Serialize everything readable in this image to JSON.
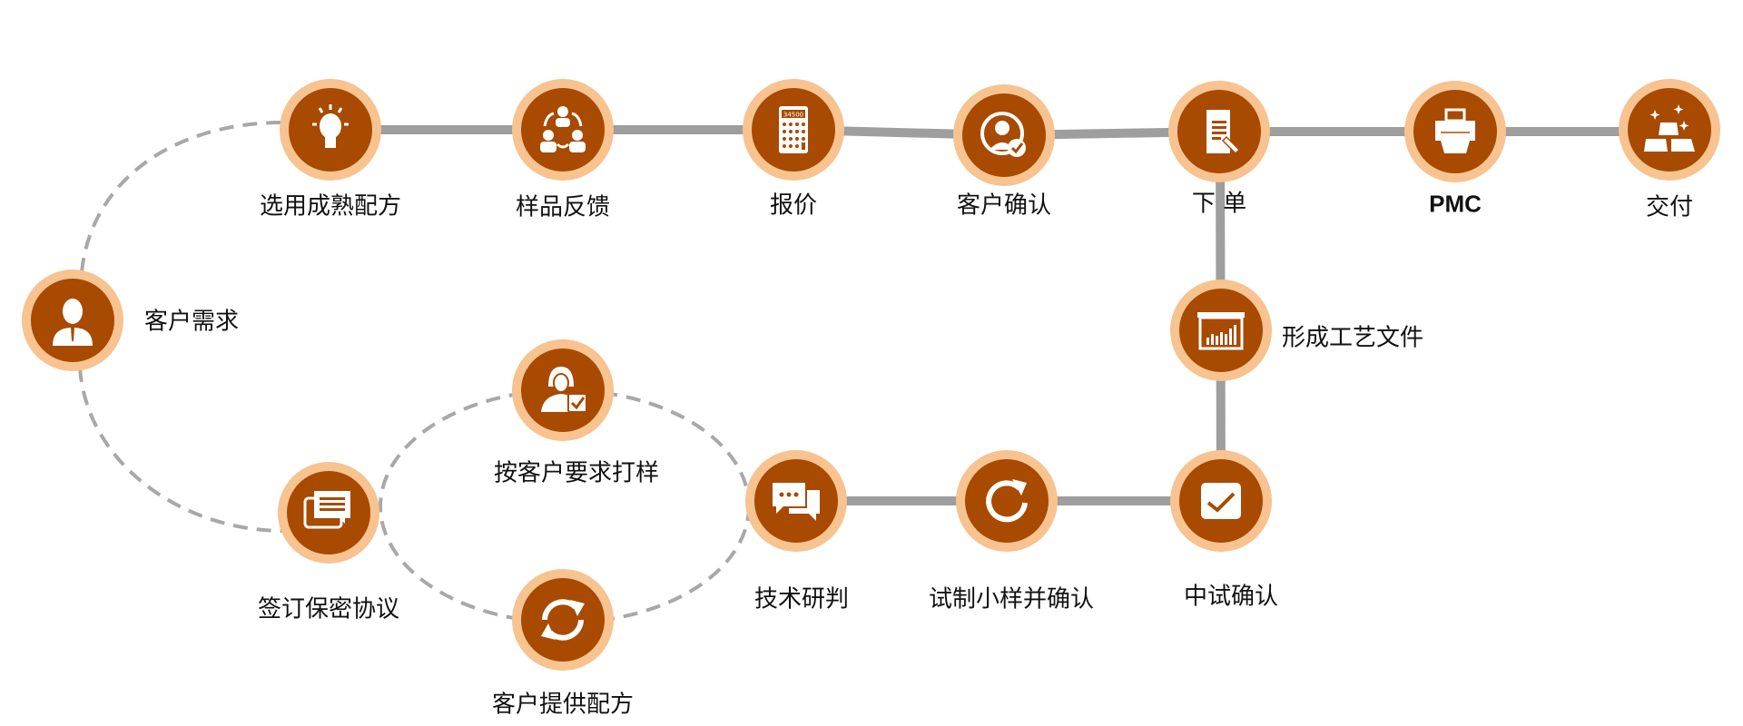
{
  "steps": {
    "customer_demand": "客户需求",
    "select_formula": "选用成熟配方",
    "sample_feedback": "样品反馈",
    "quotation": "报价",
    "customer_confirm": "客户确认",
    "place_order": "下 单",
    "pmc": "PMC",
    "delivery": "交付",
    "process_docs": "形成工艺文件",
    "pilot_confirm": "中试确认",
    "trial_sample_confirm": "试制小样并确认",
    "tech_review": "技术研判",
    "sample_per_request": "按客户要求打样",
    "customer_formula": "客户提供配方",
    "sign_nda": "签订保密协议"
  },
  "colors": {
    "ring": "#f7c390",
    "fill": "#a84a00",
    "line": "#9e9e9e",
    "dash": "#a8a8a8"
  },
  "calculator_display": "34500"
}
